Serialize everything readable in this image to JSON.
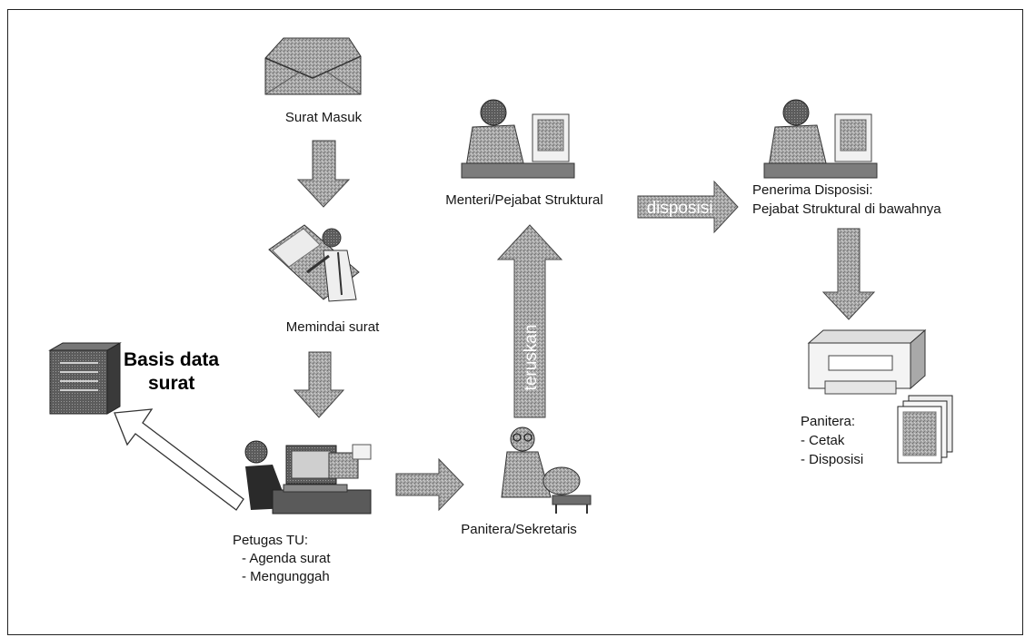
{
  "nodes": {
    "surat_masuk": "Surat Masuk",
    "memindai": "Memindai surat",
    "petugas_title": "Petugas TU:",
    "petugas_item1": "- Agenda surat",
    "petugas_item2": "- Mengunggah",
    "basis_line1": "Basis data",
    "basis_line2": "surat",
    "panitera_sekretaris": "Panitera/Sekretaris",
    "menteri": "Menteri/Pejabat Struktural",
    "penerima_line1": "Penerima Disposisi:",
    "penerima_line2": "Pejabat Struktural di bawahnya",
    "panitera_title": "Panitera:",
    "panitera_item1": "- Cetak",
    "panitera_item2": "- Disposisi"
  },
  "arrows": {
    "teruskan": "teruskan",
    "disposisi": "disposisi"
  },
  "icons": [
    "envelope-icon",
    "scanner-person-icon",
    "computer-operator-icon",
    "server-icon",
    "secretary-icon",
    "official-at-desk-icon",
    "official-receiver-icon",
    "printer-icon",
    "documents-icon"
  ],
  "colors": {
    "arrow_fill": "#9a9a9a",
    "line": "#222222"
  }
}
